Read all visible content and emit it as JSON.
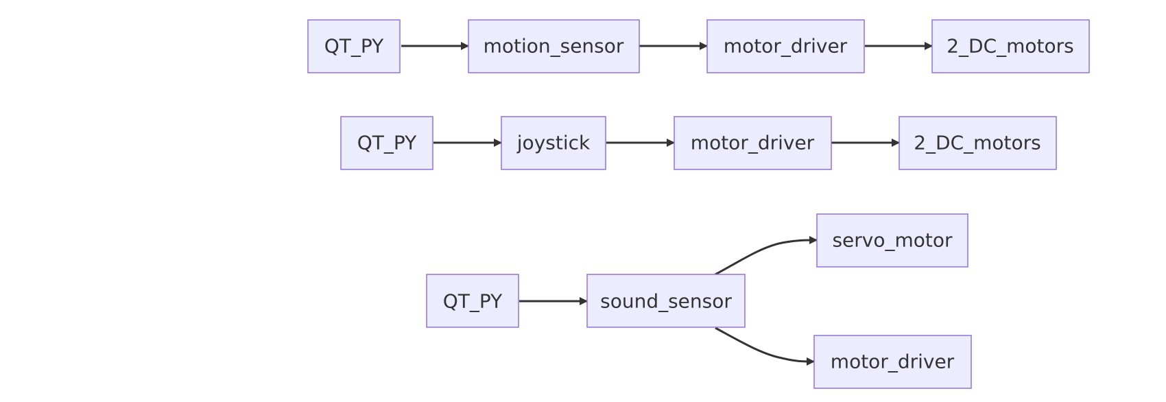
{
  "diagram": {
    "type": "flowchart",
    "direction": "LR",
    "nodes": [
      {
        "id": "n1",
        "label": "QT_PY"
      },
      {
        "id": "n2",
        "label": "motion_sensor"
      },
      {
        "id": "n3",
        "label": "motor_driver"
      },
      {
        "id": "n4",
        "label": "2_DC_motors"
      },
      {
        "id": "n5",
        "label": "QT_PY"
      },
      {
        "id": "n6",
        "label": "joystick"
      },
      {
        "id": "n7",
        "label": "motor_driver"
      },
      {
        "id": "n8",
        "label": "2_DC_motors"
      },
      {
        "id": "n9",
        "label": "QT_PY"
      },
      {
        "id": "n10",
        "label": "sound_sensor"
      },
      {
        "id": "n11",
        "label": "servo_motor"
      },
      {
        "id": "n12",
        "label": "motor_driver"
      }
    ],
    "edges": [
      {
        "from": "n1",
        "to": "n2"
      },
      {
        "from": "n2",
        "to": "n3"
      },
      {
        "from": "n3",
        "to": "n4"
      },
      {
        "from": "n5",
        "to": "n6"
      },
      {
        "from": "n6",
        "to": "n7"
      },
      {
        "from": "n7",
        "to": "n8"
      },
      {
        "from": "n9",
        "to": "n10"
      },
      {
        "from": "n10",
        "to": "n11"
      },
      {
        "from": "n10",
        "to": "n12"
      }
    ],
    "colors": {
      "node_fill": "#ececff",
      "node_stroke": "#9370db",
      "edge": "#333333",
      "text": "#333333"
    }
  }
}
